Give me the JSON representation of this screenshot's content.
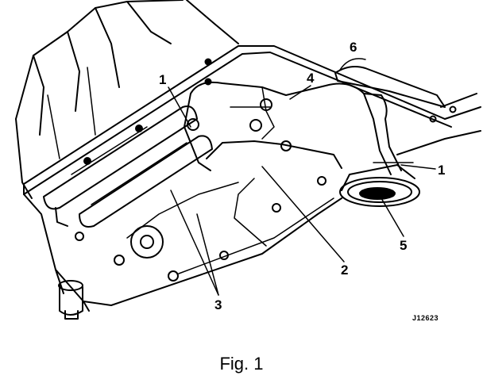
{
  "figure": {
    "callouts": [
      {
        "id": "c1a",
        "label": "1"
      },
      {
        "id": "c4",
        "label": "4"
      },
      {
        "id": "c6",
        "label": "6"
      },
      {
        "id": "c1b",
        "label": "1"
      },
      {
        "id": "c5",
        "label": "5"
      },
      {
        "id": "c2",
        "label": "2"
      },
      {
        "id": "c3",
        "label": "3"
      }
    ],
    "reference_code": "J12623",
    "caption": "Fig. 1"
  }
}
